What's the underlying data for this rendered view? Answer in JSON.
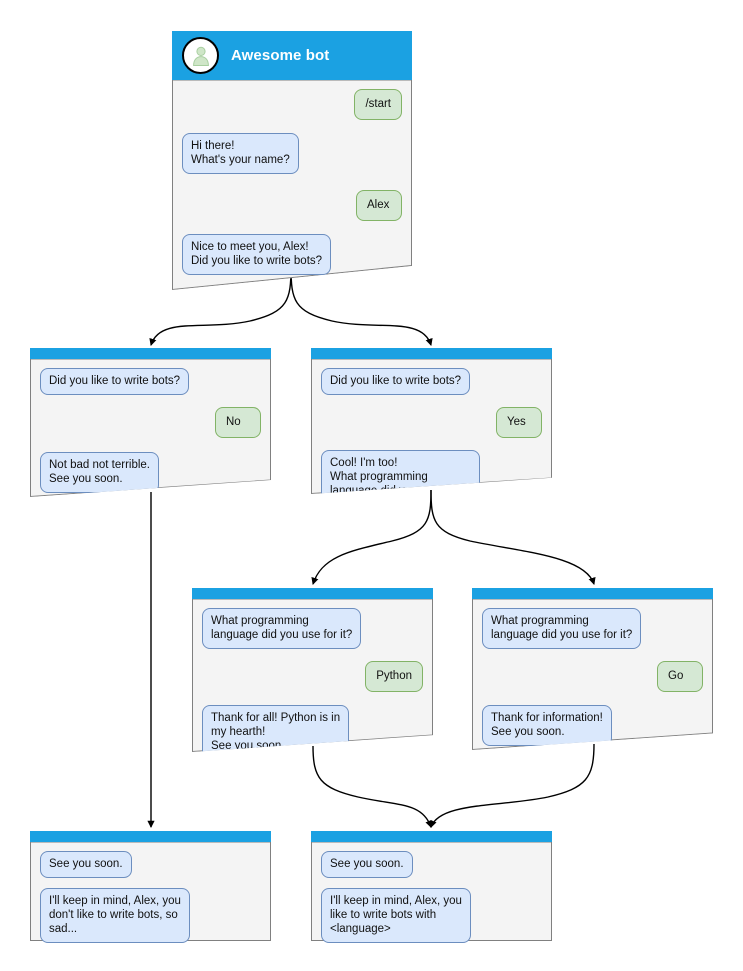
{
  "diagram": {
    "title": "Awesome bot chat flow",
    "type": "flowchart",
    "colors": {
      "header": "#1ba1e2",
      "card_body": "#f4f4f4",
      "bot_bubble_fill": "#dae8fc",
      "bot_bubble_stroke": "#6c8ebf",
      "user_bubble_fill": "#d5e8d4",
      "user_bubble_stroke": "#82b366",
      "edge": "#000000",
      "card_border": "#808080"
    }
  },
  "nodes": [
    {
      "id": "root",
      "title": "Awesome bot",
      "avatar_icon": "person-avatar-icon",
      "messages": [
        {
          "from": "user",
          "text": "/start"
        },
        {
          "from": "bot",
          "text": "Hi there!\nWhat's your name?"
        },
        {
          "from": "user",
          "text": "Alex"
        },
        {
          "from": "bot",
          "text": "Nice to meet you, Alex!\nDid you like to write bots?"
        }
      ]
    },
    {
      "id": "no",
      "messages": [
        {
          "from": "bot",
          "text": "Did you like to write bots?"
        },
        {
          "from": "user",
          "text": "No"
        },
        {
          "from": "bot",
          "text": "Not bad not terrible.\nSee you soon."
        }
      ]
    },
    {
      "id": "yes",
      "messages": [
        {
          "from": "bot",
          "text": "Did you like to write bots?"
        },
        {
          "from": "user",
          "text": "Yes"
        },
        {
          "from": "bot",
          "text": "Cool! I'm too!\nWhat programming\nlanguage did you use for it?"
        }
      ]
    },
    {
      "id": "python",
      "messages": [
        {
          "from": "bot",
          "text": "What programming\nlanguage did you use for it?"
        },
        {
          "from": "user",
          "text": "Python"
        },
        {
          "from": "bot",
          "text": "Thank for all! Python is in\nmy hearth!\nSee you soon."
        }
      ]
    },
    {
      "id": "go",
      "messages": [
        {
          "from": "bot",
          "text": "What programming\nlanguage did you use for it?"
        },
        {
          "from": "user",
          "text": "Go"
        },
        {
          "from": "bot",
          "text": "Thank for information!\nSee you soon."
        }
      ]
    },
    {
      "id": "end-sad",
      "messages": [
        {
          "from": "bot",
          "text": "See you soon."
        },
        {
          "from": "bot",
          "text": "I'll keep in mind, Alex, you\ndon't like to write bots, so\nsad..."
        }
      ]
    },
    {
      "id": "end-happy",
      "messages": [
        {
          "from": "bot",
          "text": "See you soon."
        },
        {
          "from": "bot",
          "text": "I'll keep in mind, Alex, you\nlike to write bots with\n<language>"
        }
      ]
    }
  ]
}
